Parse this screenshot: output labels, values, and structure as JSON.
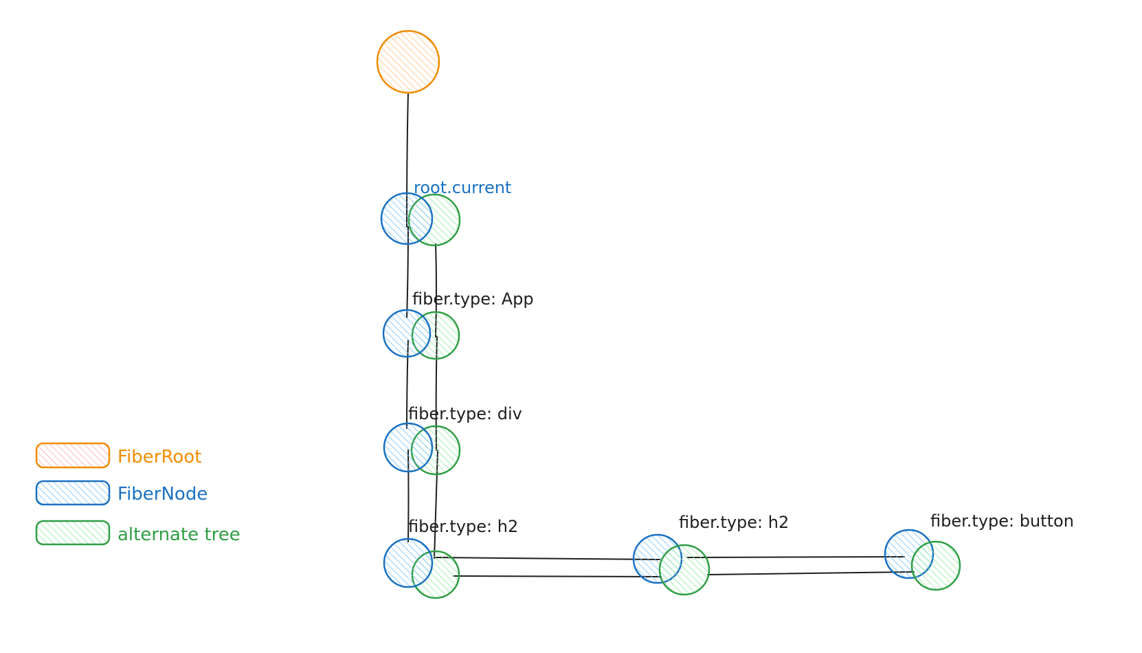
{
  "colors": {
    "fiber_root_stroke": "#f08c00",
    "fiber_root_fill": "#ffd8a8",
    "fiber_node_stroke": "#1971c2",
    "fiber_node_fill": "#a5d8ff",
    "alternate_stroke": "#2f9e44",
    "alternate_fill": "#b2f2bb",
    "line": "#1e1e1e",
    "legend_root_fill": "#ffc9c9"
  },
  "labels": {
    "root_current": "root.current",
    "app": "fiber.type: App",
    "div": "fiber.type: div",
    "h2_first": "fiber.type: h2",
    "h2_second": "fiber.type: h2",
    "button": "fiber.type: button"
  },
  "legend": {
    "fiber_root": "FiberRoot",
    "fiber_node": "FiberNode",
    "alternate_tree": "alternate tree"
  }
}
